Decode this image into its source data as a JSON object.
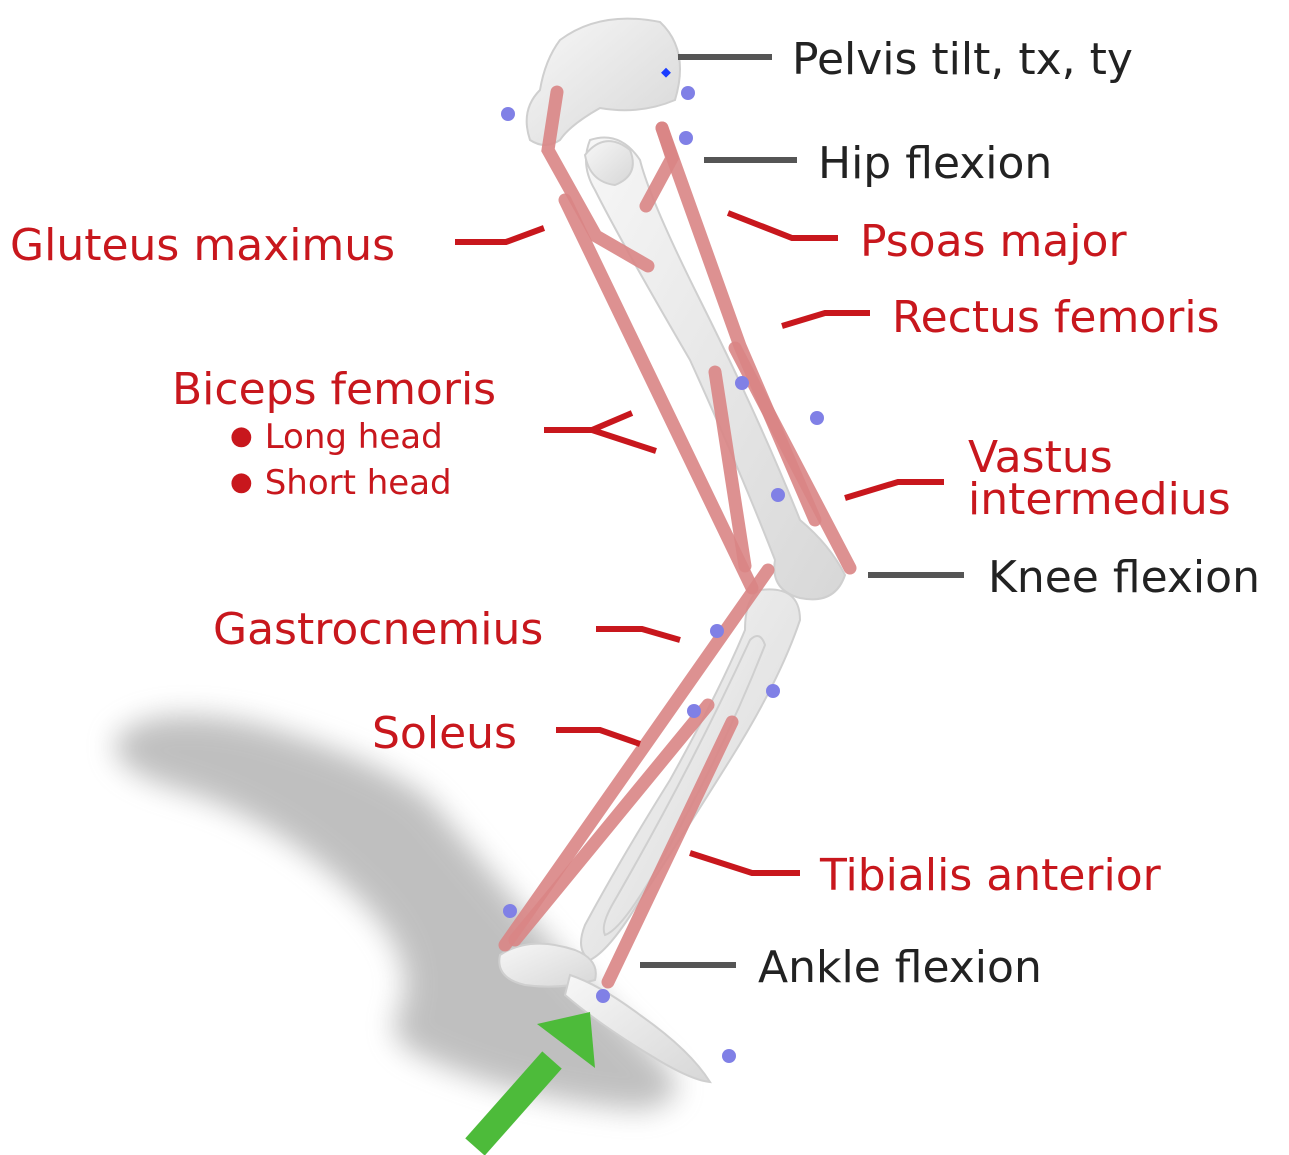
{
  "colors": {
    "dof_label": "#222222",
    "muscle_label": "#c8171d",
    "muscle": "#d98585",
    "bone": "#efefef",
    "marker": "#8080e6",
    "arrow": "#4dbb3a",
    "shadow": "#9a9a9a"
  },
  "dof_labels": {
    "pelvis": "Pelvis tilt, tx, ty",
    "hip": "Hip flexion",
    "knee": "Knee flexion",
    "ankle": "Ankle flexion"
  },
  "muscle_labels": {
    "gluteus": "Gluteus maximus",
    "psoas": "Psoas major",
    "rectus": "Rectus femoris",
    "biceps": "Biceps femoris",
    "biceps_long": "Long head",
    "biceps_short": "Short head",
    "vastus_line1": "Vastus",
    "vastus_line2": "intermedius",
    "gastroc": "Gastrocnemius",
    "soleus": "Soleus",
    "tibialis": "Tibialis anterior"
  },
  "icons": {
    "arrow": "green-force-arrow",
    "marker": "marker-dot"
  }
}
